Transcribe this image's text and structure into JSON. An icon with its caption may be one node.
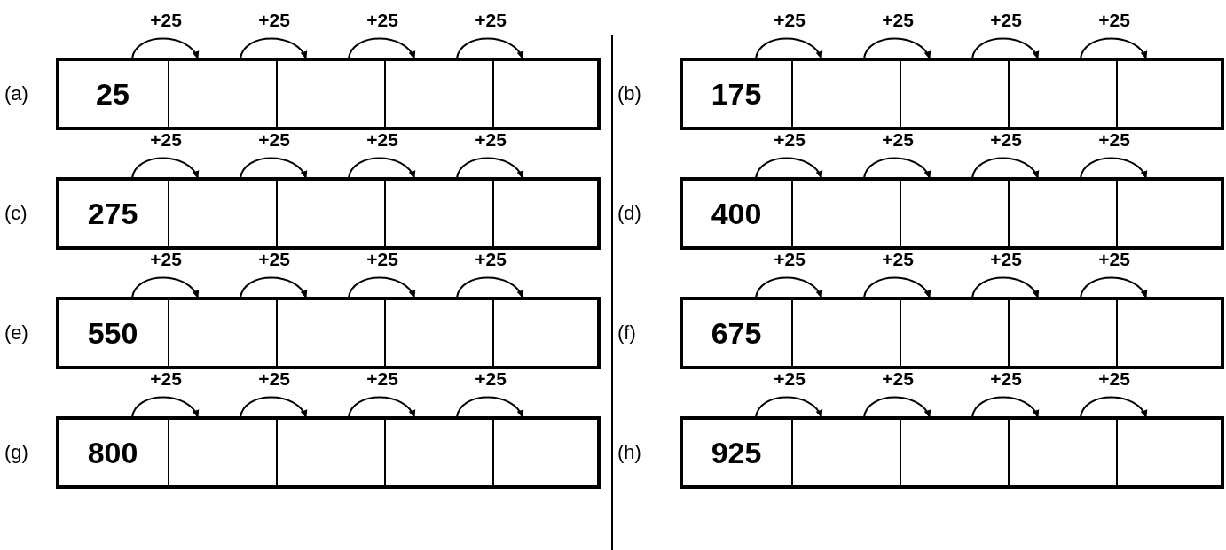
{
  "diagram": {
    "nodes": [
      {
        "text": [
          "25"
        ]
      },
      {
        "text": [],
        "shape": "box"
      },
      {
        "text": [],
        "shape": "box"
      },
      {
        "text": [],
        "shape": "box"
      },
      {
        "text": [],
        "shape": "box"
      },
      {
        "text": [
          "175"
        ]
      },
      {
        "text": [],
        "shape": "box"
      },
      {
        "text": [],
        "shape": "box"
      },
      {
        "text": [],
        "shape": "box"
      },
      {
        "text": [],
        "shape": "box"
      },
      {
        "text": [
          "275"
        ]
      },
      {
        "text": [],
        "shape": "box"
      },
      {
        "text": [],
        "shape": "box"
      },
      {
        "text": [],
        "shape": "box"
      },
      {
        "text": [],
        "shape": "box"
      },
      {
        "text": [
          "400"
        ]
      },
      {
        "text": [],
        "shape": "box"
      },
      {
        "text": [],
        "shape": "box"
      },
      {
        "text": [],
        "shape": "box"
      },
      {
        "text": [],
        "shape": "box"
      },
      {
        "text": [
          "550"
        ]
      },
      {
        "text": [],
        "shape": "box"
      },
      {
        "text": [],
        "shape": "box"
      },
      {
        "text": [],
        "shape": "box"
      },
      {
        "text": [],
        "shape": "box"
      },
      {
        "text": [
          "675"
        ]
      },
      {
        "text": [],
        "shape": "box"
      },
      {
        "text": [],
        "shape": "box"
      },
      {
        "text": [],
        "shape": "box"
      },
      {
        "text": [],
        "shape": "box"
      },
      {
        "text": [
          "800"
        ]
      },
      {
        "text": [],
        "shape": "box"
      },
      {
        "text": [],
        "shape": "box"
      },
      {
        "text": [],
        "shape": "box"
      },
      {
        "text": [],
        "shape": "box"
      },
      {
        "text": [
          "925"
        ]
      },
      {
        "text": [],
        "shape": "box"
      },
      {
        "text": [],
        "shape": "box"
      },
      {
        "text": [],
        "shape": "box"
      },
      {
        "text": [],
        "shape": "box"
      }
    ],
    "edges": [
      {
        "from": 0,
        "to": 1,
        "arrow": "to",
        "label": "+25"
      },
      {
        "from": 1,
        "to": 2,
        "arrow": "to",
        "label": "+25"
      },
      {
        "from": 2,
        "to": 3,
        "arrow": "to",
        "label": "+25"
      },
      {
        "from": 3,
        "to": 4,
        "arrow": "to",
        "label": "+25"
      },
      {
        "from": 5,
        "to": 6,
        "arrow": "to",
        "label": "+25"
      },
      {
        "from": 6,
        "to": 7,
        "arrow": "to",
        "label": "+25"
      },
      {
        "from": 7,
        "to": 8,
        "arrow": "to",
        "label": "+25"
      },
      {
        "from": 8,
        "to": 9,
        "arrow": "to",
        "label": "+25"
      },
      {
        "from": 10,
        "to": 11,
        "arrow": "to",
        "label": "+25"
      },
      {
        "from": 11,
        "to": 12,
        "arrow": "to",
        "label": "+25"
      },
      {
        "from": 12,
        "to": 13,
        "arrow": "to",
        "label": "+25"
      },
      {
        "from": 13,
        "to": 14,
        "arrow": "to",
        "label": "+25"
      },
      {
        "from": 15,
        "to": 16,
        "arrow": "to",
        "label": "+25"
      },
      {
        "from": 16,
        "to": 17,
        "arrow": "to",
        "label": "+25"
      },
      {
        "from": 17,
        "to": 18,
        "arrow": "to",
        "label": "+25"
      },
      {
        "from": 18,
        "to": 19,
        "arrow": "to",
        "label": "+25"
      },
      {
        "from": 20,
        "to": 21,
        "arrow": "to",
        "label": "+25"
      },
      {
        "from": 21,
        "to": 22,
        "arrow": "to",
        "label": "+25"
      },
      {
        "from": 22,
        "to": 23,
        "arrow": "to",
        "label": "+25"
      },
      {
        "from": 23,
        "to": 24,
        "arrow": "to",
        "label": "+25"
      },
      {
        "from": 25,
        "to": 26,
        "arrow": "to",
        "label": "+25"
      },
      {
        "from": 26,
        "to": 27,
        "arrow": "to",
        "label": "+25"
      },
      {
        "from": 27,
        "to": 28,
        "arrow": "to",
        "label": "+25"
      },
      {
        "from": 28,
        "to": 29,
        "arrow": "to",
        "label": "+25"
      },
      {
        "from": 30,
        "to": 31,
        "arrow": "to",
        "label": "+25"
      },
      {
        "from": 31,
        "to": 32,
        "arrow": "to",
        "label": "+25"
      },
      {
        "from": 32,
        "to": 33,
        "arrow": "to",
        "label": "+25"
      },
      {
        "from": 33,
        "to": 34,
        "arrow": "to",
        "label": "+25"
      },
      {
        "from": 35,
        "to": 36,
        "arrow": "to",
        "label": "+25"
      },
      {
        "from": 36,
        "to": 37,
        "arrow": "to",
        "label": "+25"
      },
      {
        "from": 37,
        "to": 38,
        "arrow": "to",
        "label": "+25"
      },
      {
        "from": 38,
        "to": 39,
        "arrow": "to",
        "label": "+25"
      }
    ],
    "labels": [
      "(a)",
      "(b)",
      "(c)",
      "(d)",
      "(e)",
      "(f)",
      "(g)",
      "(h)"
    ]
  }
}
